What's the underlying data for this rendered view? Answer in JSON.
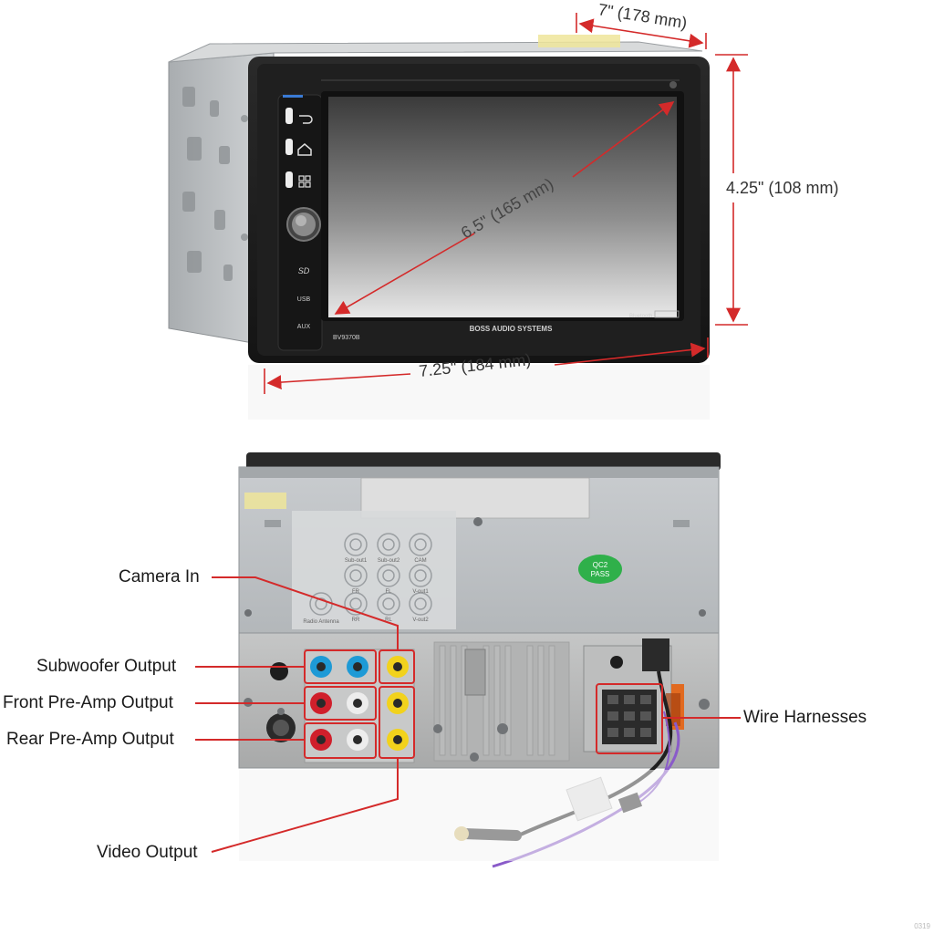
{
  "dimensions": {
    "depth": "7\" (178 mm)",
    "height": "4.25\" (108 mm)",
    "diagonal": "6.5\" (165 mm)",
    "width": "7.25\" (184 mm)"
  },
  "front_unit": {
    "brand": "BOSS AUDIO SYSTEMS",
    "model": "BV9370B",
    "bluetooth": "Bluetooth",
    "side_labels": {
      "sd": "SD",
      "usb": "USB",
      "aux": "AUX"
    }
  },
  "rear_unit": {
    "qc_badge": [
      "QC2",
      "PASS"
    ],
    "sticker_ports": [
      "Sub-out1",
      "Sub-out2",
      "CAM",
      "FR",
      "FL",
      "V-out1",
      "Radio Antenna",
      "RR",
      "RL",
      "V-out2"
    ]
  },
  "callouts": {
    "camera_in": "Camera In",
    "subwoofer_output": "Subwoofer Output",
    "front_preamp_output": "Front Pre-Amp Output",
    "rear_preamp_output": "Rear Pre-Amp Output",
    "video_output": "Video Output",
    "wire_harnesses": "Wire Harnesses"
  },
  "corner_code": "0319",
  "colors": {
    "callout_red": "#d42a2a",
    "screen_dark": "#2b2b2b",
    "chassis": "#bfc3c5",
    "rca_blue": "#1e9ad6",
    "rca_red": "#d01f2b",
    "rca_yellow": "#f2d21c",
    "rca_white": "#ededed",
    "qc_green": "#2fb04a",
    "wire_purple": "#8a5bc9"
  }
}
